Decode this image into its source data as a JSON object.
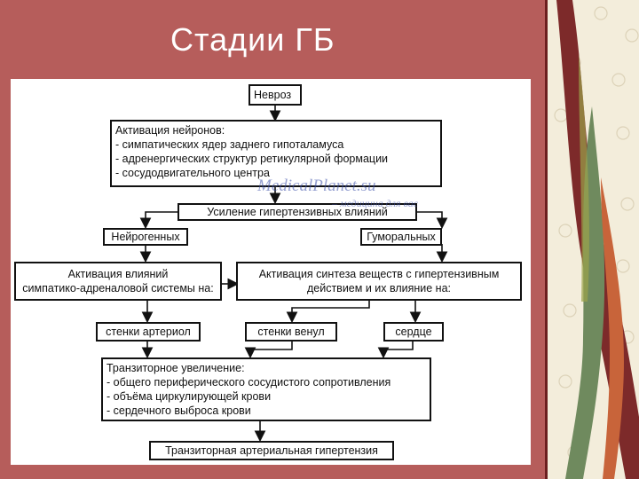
{
  "slide": {
    "title": "Стадии ГБ"
  },
  "diagram": {
    "nevroz": "Невроз",
    "activation": {
      "title": "Активация нейронов:",
      "items": [
        "- симпатических ядер заднего гипоталамуса",
        "- адренергических структур ретикулярной формации",
        "- сосудодвигательного центра"
      ]
    },
    "usilenie": "Усиление гипертензивных влияний",
    "neurogenic": "Нейрогенных",
    "humoral": "Гуморальных",
    "symp_activation": [
      "Активация влияний",
      "симпатико-адреналовой системы на:"
    ],
    "synthesis_activation": [
      "Активация синтеза веществ с гипертензивным",
      "действием и их влияние на:"
    ],
    "targets": [
      "стенки артериол",
      "стенки венул",
      "сердце"
    ],
    "transient_increase": {
      "title": "Транзиторное увеличение:",
      "items": [
        "- общего периферического сосудистого сопротивления",
        "- объёма циркулирующей крови",
        "- сердечного выброса крови"
      ]
    },
    "result": "Транзиторная артериальная гипертензия"
  },
  "watermark": {
    "brand": "MedicalPlanet.su",
    "tagline": "– медицина для вас"
  }
}
